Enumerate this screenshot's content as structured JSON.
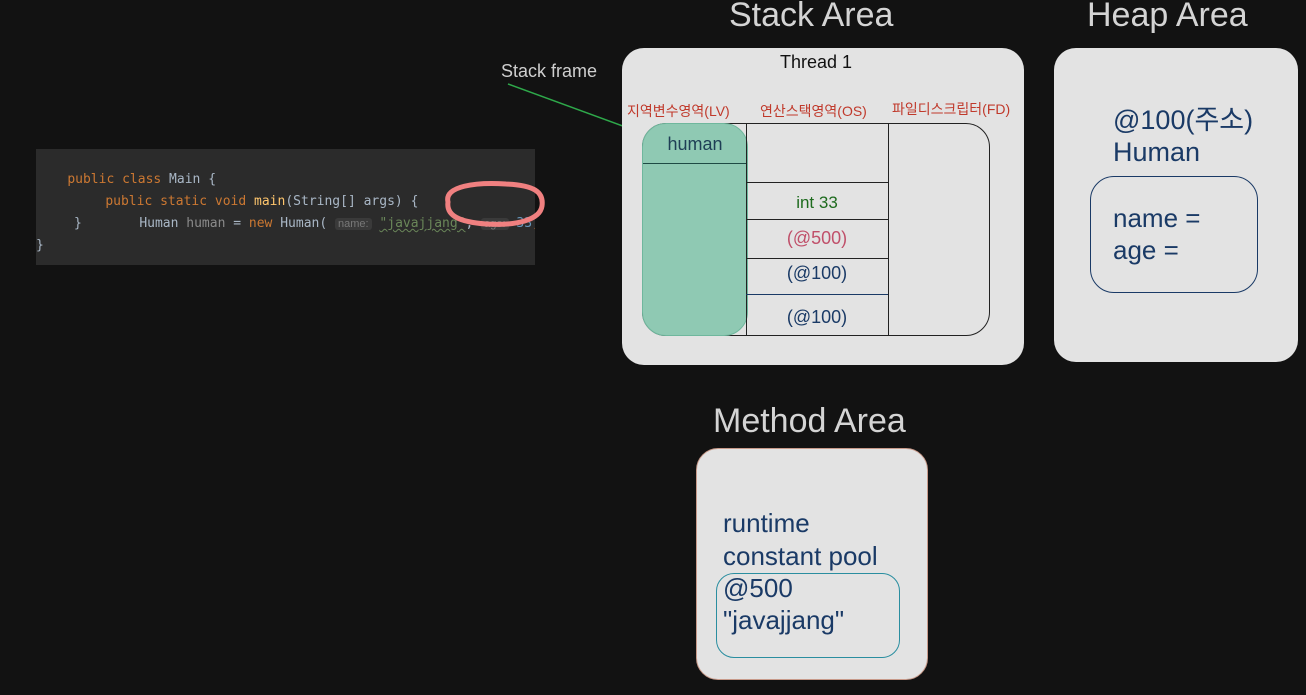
{
  "code": {
    "line1": {
      "kw": "public class",
      "rest": " Main {"
    },
    "line2": {
      "kw": "public static void",
      "fn": "main",
      "rest": "(String[] args) {"
    },
    "line3": {
      "type": "Human",
      "var": "human",
      "op": " = ",
      "kw": "new",
      "ctor": "Human(",
      "hint_name": "name:",
      "str": "\"javajjang\"",
      "hint_age": "age:",
      "num": "33",
      "end": ");"
    },
    "line4": "}",
    "line5": "}"
  },
  "stack_area": {
    "title": "Stack Area",
    "thread_label": "Thread 1",
    "columns": [
      "지역변수영역(LV)",
      "연산스택영역(OS)",
      "파일디스크립터(FD)"
    ],
    "lv_cell": "human",
    "os_cells": [
      "int 33",
      "(@500)",
      "(@100)",
      "(@100)"
    ]
  },
  "stack_frame_label": "Stack frame",
  "heap_area": {
    "title": "Heap Area",
    "address": "@100(주소)",
    "class_name": "Human",
    "fields": [
      "name =",
      "age ="
    ]
  },
  "method_area": {
    "title": "Method Area",
    "pool_line1": "runtime",
    "pool_line2": "constant pool",
    "entry_address": "@500",
    "entry_value": "\"javajjang\""
  },
  "colors": {
    "background": "#121212",
    "box": "#e3e3e3",
    "lv_fill": "#8fc9b3",
    "navy_text": "#1a3a66",
    "red_text": "#c0392b",
    "highlight_circle": "#f08080",
    "arrow": "#2ea84a"
  }
}
